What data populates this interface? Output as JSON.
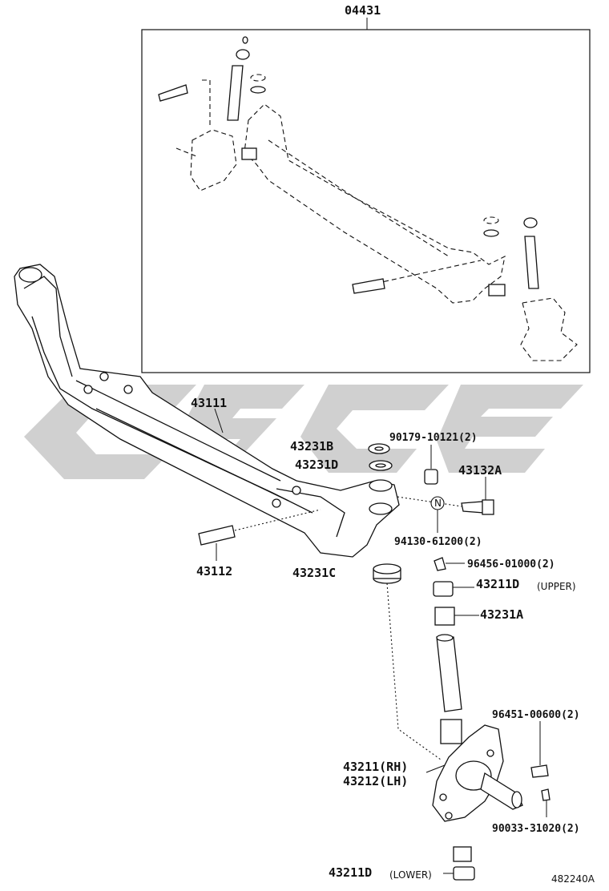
{
  "diagram": {
    "box_label": "04431",
    "figure_id": "482240A",
    "parts": [
      {
        "key": "p43111",
        "number": "43111"
      },
      {
        "key": "p43231B",
        "number": "43231B"
      },
      {
        "key": "p43231D",
        "number": "43231D"
      },
      {
        "key": "p90179",
        "number": "90179-10121(2)"
      },
      {
        "key": "p43132A",
        "number": "43132A"
      },
      {
        "key": "p94130",
        "number": "94130-61200(2)"
      },
      {
        "key": "p43112",
        "number": "43112"
      },
      {
        "key": "p43231C",
        "number": "43231C"
      },
      {
        "key": "p96456",
        "number": "96456-01000(2)"
      },
      {
        "key": "p43211Du",
        "number": "43211D",
        "note": "(UPPER)"
      },
      {
        "key": "p43231A",
        "number": "43231A"
      },
      {
        "key": "p96451",
        "number": "96451-00600(2)"
      },
      {
        "key": "p43211",
        "number": "43211(RH)"
      },
      {
        "key": "p43212",
        "number": "43212(LH)"
      },
      {
        "key": "p90033",
        "number": "90033-31020(2)"
      },
      {
        "key": "p43211Dl",
        "number": "43211D",
        "note": "(LOWER)"
      }
    ],
    "nut_marker": "N"
  }
}
